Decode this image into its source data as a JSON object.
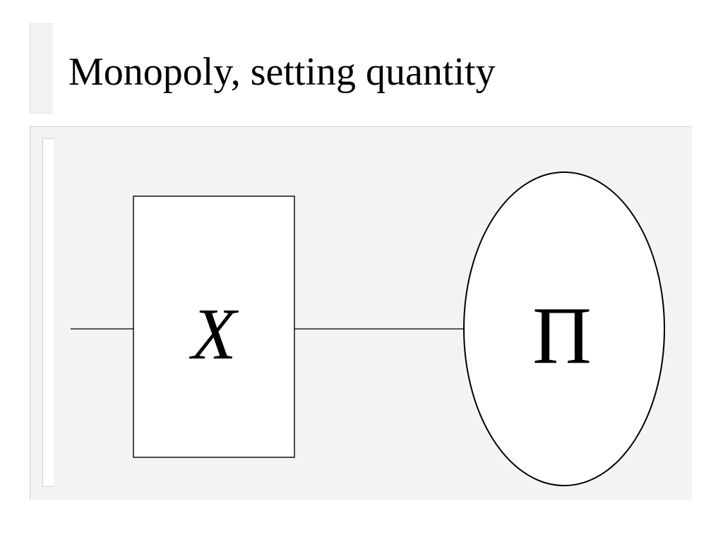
{
  "slide": {
    "title": "Monopoly, setting quantity"
  },
  "diagram": {
    "nodes": [
      {
        "id": "decision",
        "shape": "rectangle",
        "label": "X",
        "italic": true
      },
      {
        "id": "utility",
        "shape": "ellipse",
        "label": "Π",
        "italic": false
      }
    ],
    "edges": [
      {
        "from": "input",
        "to": "decision"
      },
      {
        "from": "decision",
        "to": "utility"
      }
    ]
  }
}
